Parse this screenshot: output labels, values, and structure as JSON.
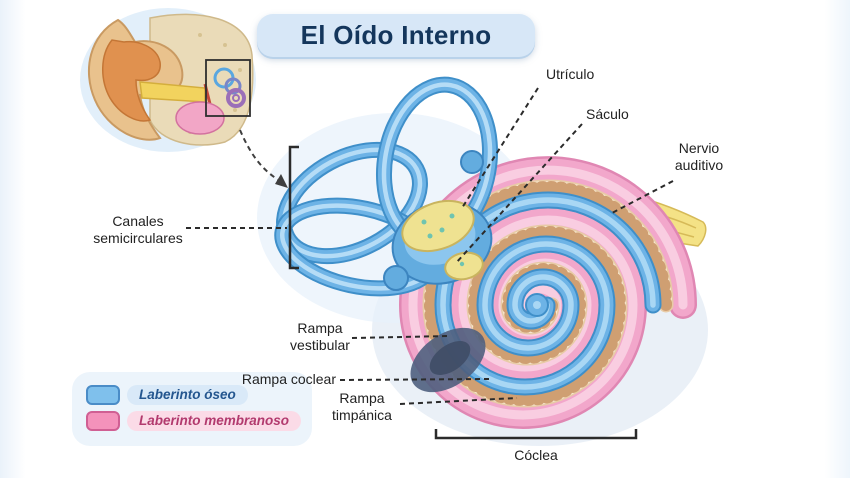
{
  "title": "El Oído Interno",
  "labels": {
    "utriculo": "Utrículo",
    "saculo": "Sáculo",
    "nervio_auditivo": "Nervio auditivo",
    "canales_semicirculares": "Canales semicirculares",
    "rampa_vestibular": "Rampa vestibular",
    "rampa_coclear": "Rampa coclear",
    "rampa_timpanica": "Rampa timpánica",
    "coclea": "Cóclea"
  },
  "legend": {
    "items": [
      {
        "label": "Laberinto óseo",
        "swatch_color": "#7fc0ec",
        "swatch_border": "#4a8cc7",
        "pill_bg": "#d9e9f8",
        "text_color": "#24568f"
      },
      {
        "label": "Laberinto membranoso",
        "swatch_color": "#f492bb",
        "swatch_border": "#d05f93",
        "pill_bg": "#fbdbe7",
        "text_color": "#b23a6e"
      }
    ]
  },
  "colors": {
    "title_bg": "#d7e7f7",
    "title_text": "#14365c",
    "bone_labyrinth_blue": "#5aa7e0",
    "membranous_labyrinth_pink": "#ef9ec4",
    "auditory_nerve_yellow": "#f3e07d",
    "leader_line": "#2b2b2b"
  }
}
